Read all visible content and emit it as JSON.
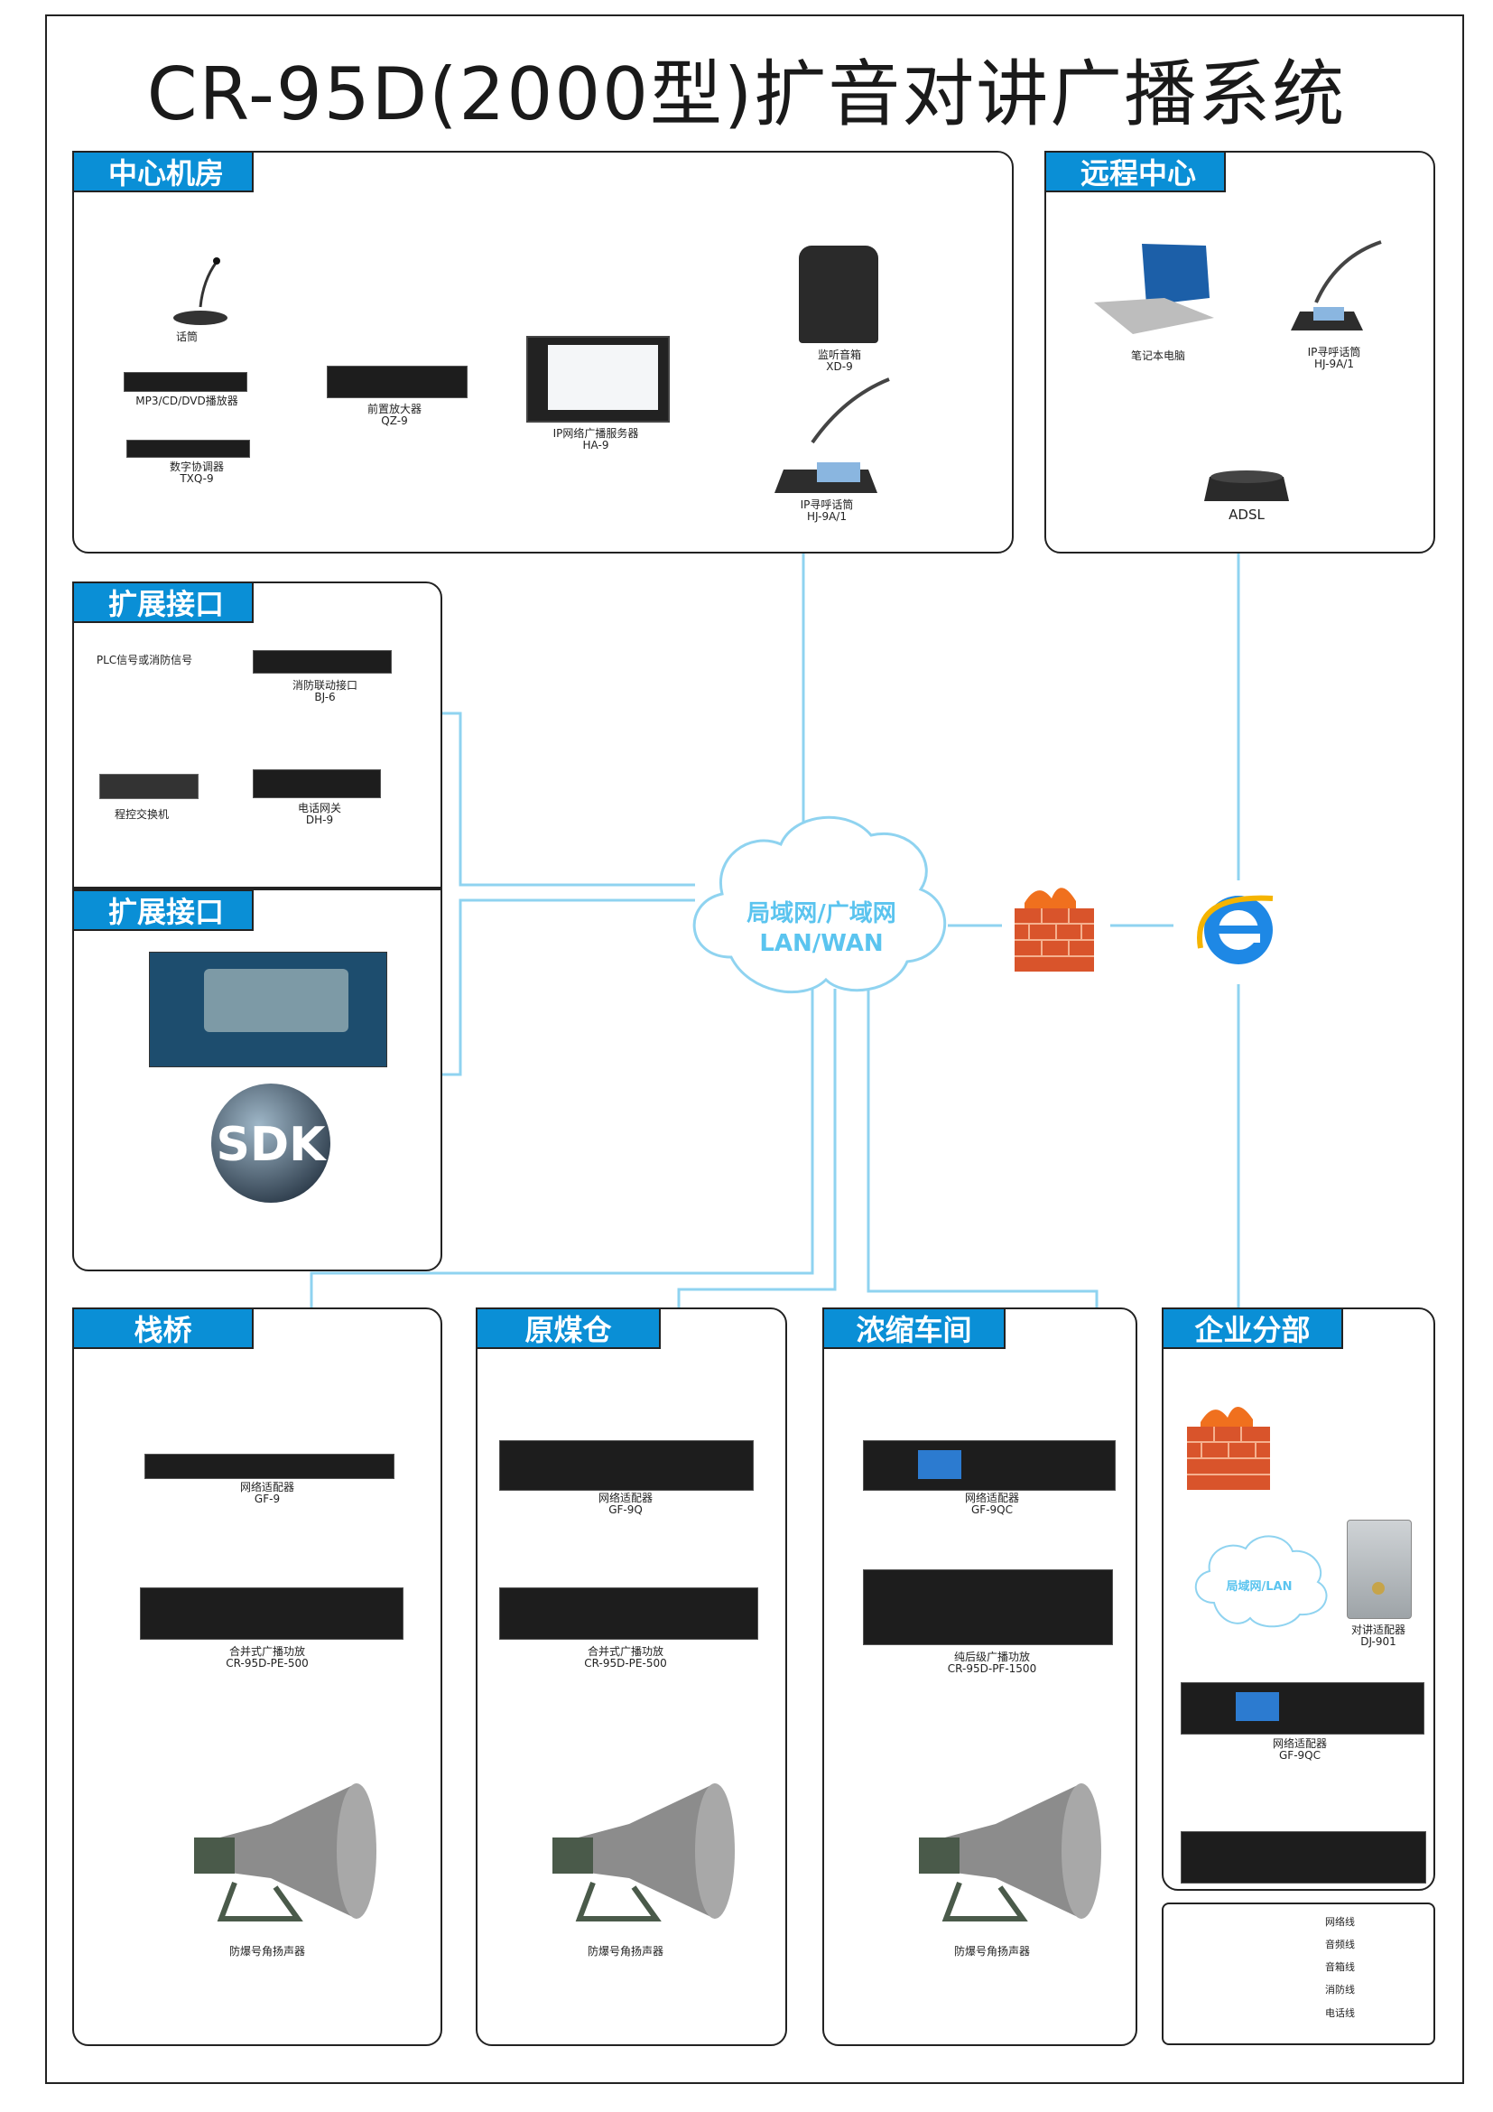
{
  "title": "CR-95D(2000型)扩音对讲广播系统",
  "colors": {
    "network": "#8fd3f0",
    "audio": "#1ea84a",
    "speaker": "#111111",
    "fire": "#f08a1e",
    "phone": "#9b2b8a",
    "tag": "#0a8fd6"
  },
  "sections": {
    "center": "中心机房",
    "remote": "远程中心",
    "ext1": "扩展接口",
    "ext2": "扩展接口",
    "trestle": "栈桥",
    "coal": "原煤仓",
    "thicken": "浓缩车间",
    "branch": "企业分部"
  },
  "center": {
    "mic": "话筒",
    "player": "MP3/CD/DVD播放器",
    "tuner": [
      "数字协调器",
      "TXQ-9"
    ],
    "preamp": [
      "前置放大器",
      "QZ-9"
    ],
    "server": [
      "IP网络广播服务器",
      "HA-9"
    ],
    "monitor": [
      "监听音箱",
      "XD-9"
    ],
    "pager": [
      "IP寻呼话筒",
      "HJ-9A/1"
    ]
  },
  "remote": {
    "laptop": "笔记本电脑",
    "pager": [
      "IP寻呼话筒",
      "HJ-9A/1"
    ],
    "adsl": "ADSL"
  },
  "ext1": {
    "plc": "PLC信号或消防信号",
    "fire": [
      "消防联动接口",
      "BJ-6"
    ],
    "pbx": "程控交换机",
    "gateway": [
      "电话网关",
      "DH-9"
    ]
  },
  "ext2": {
    "sdk": "SDK"
  },
  "cloud": [
    "局域网/广域网",
    "LAN/WAN"
  ],
  "trestle": {
    "adapter": [
      "网络适配器",
      "GF-9"
    ],
    "amp": [
      "合并式广播功放",
      "CR-95D-PE-500"
    ],
    "horn": "防爆号角扬声器"
  },
  "coal": {
    "adapter": [
      "网络适配器",
      "GF-9Q"
    ],
    "amp": [
      "合并式广播功放",
      "CR-95D-PE-500"
    ],
    "horn": "防爆号角扬声器"
  },
  "thicken": {
    "adapter": [
      "网络适配器",
      "GF-9QC"
    ],
    "amp": [
      "纯后级广播功放",
      "CR-95D-PF-1500"
    ],
    "horn": "防爆号角扬声器"
  },
  "branch": {
    "cloud": "局域网/LAN",
    "intercom": [
      "对讲适配器",
      "DJ-901"
    ],
    "adapter": [
      "网络适配器",
      "GF-9QC"
    ]
  },
  "legend": [
    "网络线",
    "音频线",
    "音箱线",
    "消防线",
    "电话线"
  ]
}
